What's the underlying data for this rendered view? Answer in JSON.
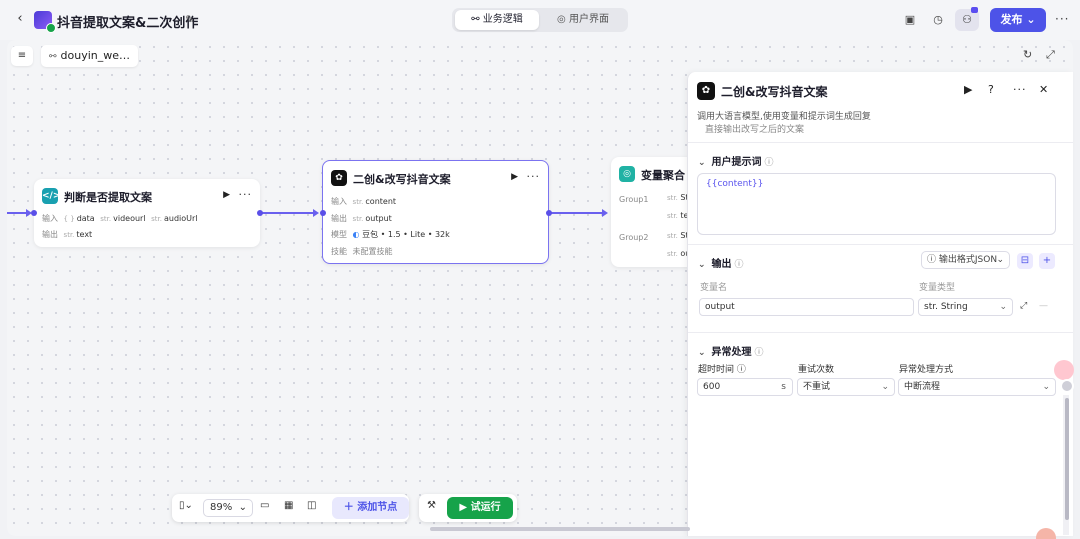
{
  "header": {
    "title": "抖音提取文案&二次创作",
    "tabs": [
      {
        "label": "业务逻辑",
        "icon": "workflow-icon",
        "active": true
      },
      {
        "label": "用户界面",
        "icon": "palette-icon",
        "active": false
      }
    ],
    "publish_label": "发布",
    "accent": "#4d53e8"
  },
  "canvas": {
    "workflow_chip": "douyin_we…"
  },
  "nodes": {
    "judge": {
      "title": "判断是否提取文案",
      "input_label": "输入",
      "output_label": "输出",
      "inputs": [
        {
          "type": "{ }",
          "name": "data"
        },
        {
          "type": "str.",
          "name": "videourl"
        },
        {
          "type": "str.",
          "name": "audioUrl"
        }
      ],
      "outputs": [
        {
          "type": "str.",
          "name": "text"
        }
      ]
    },
    "rewrite": {
      "title": "二创&改写抖音文案",
      "input_label": "输入",
      "output_label": "输出",
      "model_label": "模型",
      "skill_label": "技能",
      "input": {
        "type": "str.",
        "name": "content"
      },
      "output": {
        "type": "str.",
        "name": "output"
      },
      "model": "豆包 • 1.5 • Lite • 32k",
      "skill": "未配置技能"
    },
    "aggregate": {
      "title": "变量聚合",
      "group1": "Group1",
      "group2": "Group2",
      "g1_items": [
        "St",
        "te"
      ],
      "g2_items": [
        "St",
        "ou"
      ]
    }
  },
  "bottom_bar": {
    "zoom": "89%",
    "add_node": "添加节点",
    "test_run": "试运行"
  },
  "panel": {
    "title": "二创&改写抖音文案",
    "description": "调用大语言模型,使用变量和提示词生成回复",
    "scrolled_text": "直接输出改写之后的文案",
    "user_prompt": {
      "label": "用户提示词",
      "value": "{{content}}"
    },
    "output": {
      "label": "输出",
      "format_label": "输出格式JSON",
      "col_name": "变量名",
      "col_type": "变量类型",
      "var_name": "output",
      "var_type": "str. String"
    },
    "exception": {
      "label": "异常处理",
      "timeout_label": "超时时间",
      "retry_label": "重试次数",
      "mode_label": "异常处理方式",
      "timeout_value": "600",
      "timeout_unit": "s",
      "retry_value": "不重试",
      "mode_value": "中断流程"
    }
  }
}
